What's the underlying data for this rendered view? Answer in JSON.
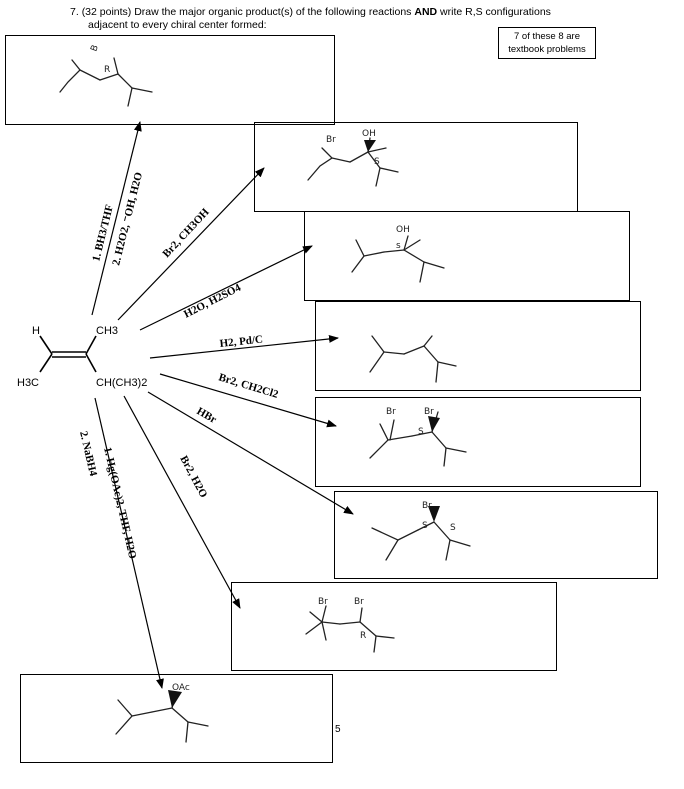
{
  "question": {
    "number": "7.",
    "points": "(32 points) Draw the major organic product(s) of the following reactions",
    "and_word": "AND",
    "rest": "write R,S configurations",
    "line2": "adjacent to every chiral center formed:"
  },
  "note": {
    "line1": "7 of these 8 are",
    "line2": "textbook problems"
  },
  "reactant": {
    "h": "H",
    "ch3": "CH3",
    "h3c": "H3C",
    "ich": "CH(CH3)2"
  },
  "reagents": {
    "hydroboration_1": "1. BH3/THF",
    "hydroboration_2": "2. H2O2, ⁻OH, H2O",
    "br2_meoh": "Br2, CH3OH",
    "h2o_h2so4": "H2O, H2SO4",
    "h2_pdc": "H2, Pd/C",
    "br2_ch2cl2": "Br2, CH2Cl2",
    "hbr": "HBr",
    "br2_h2o": "Br2, H2O",
    "oxymerc_1": "1. Hg(OAc)2, THF, H2O",
    "oxymerc_2": "2. NaBH4"
  },
  "handwritten": {
    "p1_b": "B",
    "p1_r": "R",
    "p2_br": "Br",
    "p2_oh": "OH",
    "p2_s": "S",
    "p3_oh": "OH",
    "p3_s": "s",
    "p5_br1": "Br",
    "p5_br2": "Br",
    "p5_s": "S",
    "p6_br": "Br",
    "p6_s1": "S",
    "p6_s2": "S",
    "p7_br1": "Br",
    "p7_br2": "Br",
    "p7_r": "R",
    "p8_oac": "OAc"
  },
  "page_number": "5"
}
